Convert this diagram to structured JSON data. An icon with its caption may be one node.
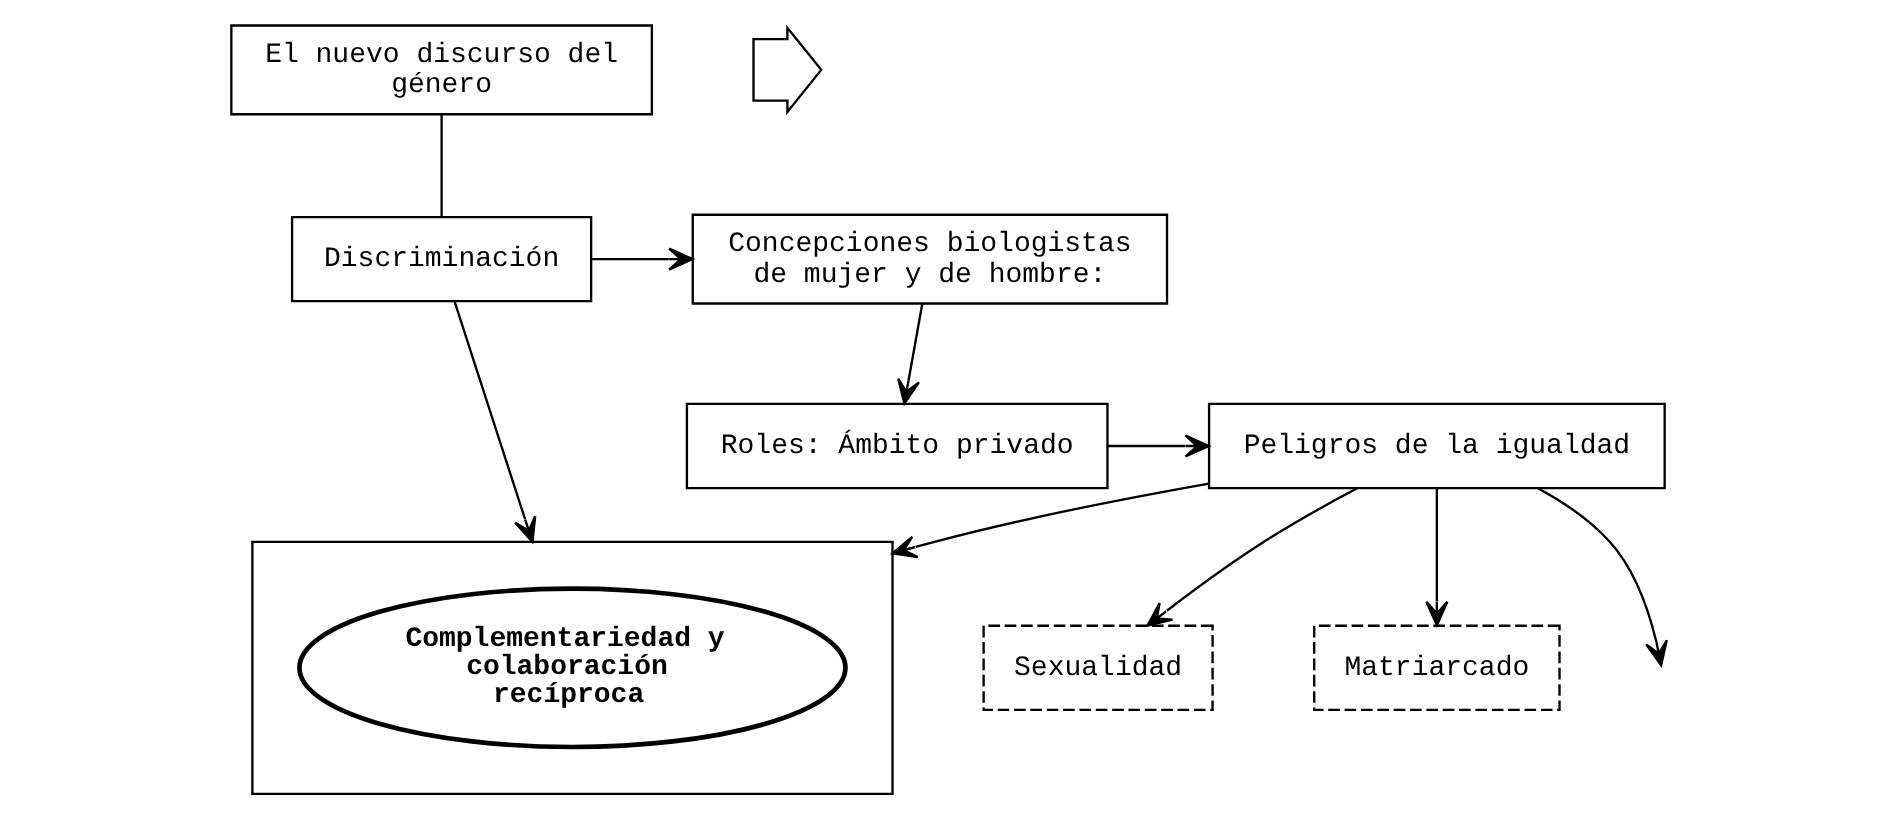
{
  "diagram": {
    "nodes": [
      {
        "text": [
          "Discriminación"
        ]
      },
      {
        "text": [
          "Concepciones biologistas de mujer y de hombre:"
        ]
      },
      {
        "text": [
          "El nuevo discurso del género"
        ]
      },
      {
        "text": [],
        "shape": "box"
      },
      {
        "text": [
          "Complementariedad y colaboración recíproca"
        ],
        "in": 3
      },
      {
        "text": [
          "Sexualidad"
        ]
      },
      {
        "text": [
          "Matriarcado"
        ]
      },
      {
        "text": [
          "Peligros de la igualdad"
        ]
      },
      {
        "text": [
          "Roles: Ámbito privado"
        ]
      },
      {
        "text": [],
        "shape": "arrow"
      }
    ],
    "edges": [
      {
        "from": 2,
        "to": 0,
        "arrow": "none"
      },
      {
        "from": 0,
        "to": 1,
        "arrow": "to"
      },
      {
        "from": 0,
        "to": 3,
        "arrow": "to"
      },
      {
        "from": 1,
        "to": 8,
        "arrow": "to"
      },
      {
        "from": 8,
        "to": 7,
        "arrow": "to"
      },
      {
        "from": 7,
        "to": 3,
        "arrow": "to"
      },
      {
        "from": 7,
        "to": 5,
        "arrow": "to"
      },
      {
        "from": 7,
        "to": 6,
        "arrow": "to"
      },
      {
        "from": 7,
        "to": null,
        "arrow": "to"
      }
    ]
  }
}
